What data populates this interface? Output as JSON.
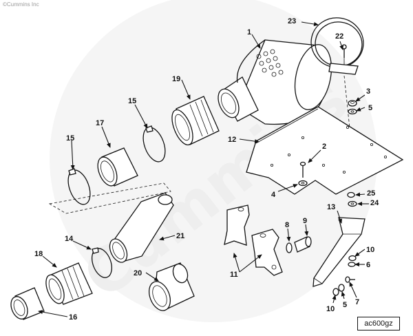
{
  "copyright": "©Cummins Inc",
  "watermark": "Cummins",
  "figure_code": "ac600gz",
  "callouts": {
    "c1": "1",
    "c23": "23",
    "c22": "22",
    "c3": "3",
    "c5a": "5",
    "c19": "19",
    "c15a": "15",
    "c17": "17",
    "c15b": "15",
    "c12": "12",
    "c2": "2",
    "c4": "4",
    "c25": "25",
    "c24": "24",
    "c13": "13",
    "c21": "21",
    "c8": "8",
    "c9": "9",
    "c14": "14",
    "c18": "18",
    "c10a": "10",
    "c6": "6",
    "c7": "7",
    "c5b": "5",
    "c10b": "10",
    "c11": "11",
    "c20": "20",
    "c16": "16"
  }
}
